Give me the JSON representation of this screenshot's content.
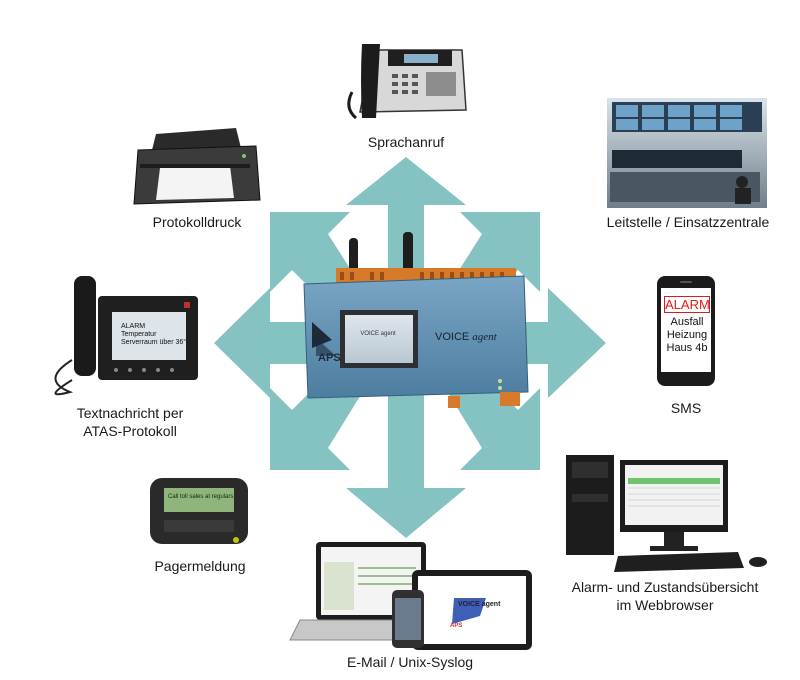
{
  "labels": {
    "top": "Sprachanruf",
    "top_left": "Protokolldruck",
    "top_right": "Leitstelle / Einsatzzentrale",
    "left": [
      "Textnachricht per",
      "ATAS-Protokoll"
    ],
    "right": "SMS",
    "bottom_left": "Pagermeldung",
    "bottom_right": [
      "Alarm- und Zustandsübersicht",
      "im Webbrowser"
    ],
    "bottom": "E-Mail / Unix-Syslog"
  },
  "device": {
    "brand": "APS",
    "name_prefix": "VOICE",
    "name_suffix": "agent",
    "screen_text": "VOICE agent"
  },
  "sms_screen": {
    "alarm": "ALARM",
    "lines": [
      "Ausfall",
      "Heizung",
      "Haus 4b"
    ]
  },
  "phone_screen": {
    "lines": [
      "ALARM",
      "Temperatur",
      "Serverraum über 36°"
    ]
  },
  "pager_screen": {
    "text": "Call toll sales at regulars"
  },
  "tablet_screen": {
    "logo": "VOICE agent",
    "brand": "APS"
  },
  "icons": [
    "desk-phone-icon",
    "printer-icon",
    "control-room-icon",
    "ip-phone-icon",
    "smartphone-icon",
    "pager-icon",
    "desktop-computer-icon",
    "laptop-tablet-icon",
    "voice-agent-device-icon"
  ],
  "colors": {
    "arrow": "#7fbfbf",
    "device_body": "#5f8fb0",
    "sms_alarm": "#e01b1b",
    "text": "#1a1a1a"
  }
}
